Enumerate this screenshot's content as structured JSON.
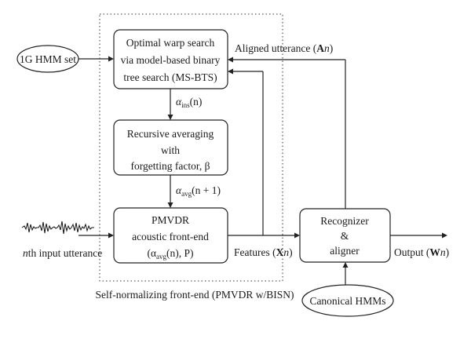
{
  "hmm_set": "1G HMM set",
  "warp_search": {
    "line1": "Optimal warp search",
    "line2": "via model-based binary",
    "line3": "tree search (MS-BTS)"
  },
  "alpha_ins": {
    "symbol": "α",
    "sub": "ins",
    "arg": "(n)"
  },
  "recursive": {
    "line1": "Recursive averaging",
    "line2": "with",
    "line3": "forgetting factor, β"
  },
  "alpha_avg": {
    "symbol": "α",
    "sub": "avg",
    "arg": "(n + 1)"
  },
  "pmvdr": {
    "line1": "PMVDR",
    "line2": "acoustic front-end",
    "line3": {
      "open": "(α",
      "sub": "avg",
      "rest": "(n), P)"
    }
  },
  "input_label": {
    "n": "n",
    "rest": "th input utterance"
  },
  "features": {
    "text": "Features (",
    "sym": "X",
    "n": "n",
    "close": ")"
  },
  "aligned": {
    "text": "Aligned utterance (",
    "sym": "A",
    "n": "n",
    "close": ")"
  },
  "recognizer": {
    "line1": "Recognizer",
    "line2": "&",
    "line3": "aligner"
  },
  "output": {
    "text": "Output (",
    "sym": "W",
    "n": "n",
    "close": ")"
  },
  "canonical": "Canonical HMMs",
  "frontend_caption": "Self-normalizing front-end (PMVDR w/BISN)"
}
